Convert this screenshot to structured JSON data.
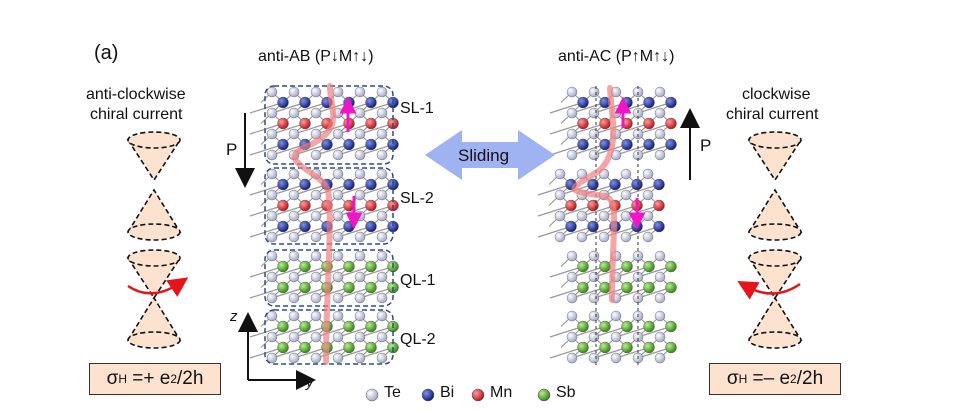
{
  "panel_label": "(a)",
  "left": {
    "title": "anti-AB (P↓M↑↓)",
    "current_line1": "anti-clockwise",
    "current_line2": "chiral current",
    "polarization": "P",
    "layers": [
      "SL-1",
      "SL-2",
      "QL-1",
      "QL-2"
    ],
    "formula": {
      "sigma": "σ",
      "sub": "H",
      "rel": " =+ e",
      "sup": "2",
      "tail": "/2h"
    }
  },
  "right": {
    "title": "anti-AC (P↑M↑↓)",
    "current_line1": "clockwise",
    "current_line2": "chiral current",
    "polarization": "P",
    "formula": {
      "sigma": "σ",
      "sub": "H",
      "rel": " =– e",
      "sup": "2",
      "tail": "/2h"
    }
  },
  "sliding_label": "Sliding",
  "axes": {
    "z": "z",
    "y": "y"
  },
  "legend": [
    {
      "label": "Te",
      "color": "#b9bcd6"
    },
    {
      "label": "Bi",
      "color": "#1f2f9a"
    },
    {
      "label": "Mn",
      "color": "#e0222a"
    },
    {
      "label": "Sb",
      "color": "#4fae2a"
    }
  ],
  "colors": {
    "cone_fill": "#fde3cf",
    "arrow_sliding": "#9fb2f2",
    "spin_arrow": "#f016c8",
    "wavefunction": "#f08080",
    "box_dash": "#2c4a8a",
    "chiral_arrow": "#e5141b"
  }
}
